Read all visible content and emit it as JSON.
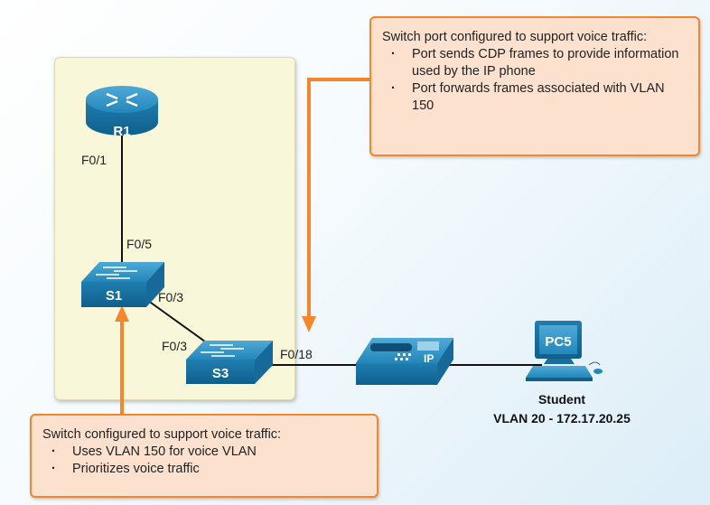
{
  "devices": {
    "router": "R1",
    "switch1": "S1",
    "switch3": "S3",
    "phone": "IP",
    "pc": "PC5"
  },
  "ports": {
    "r1_f01": "F0/1",
    "s1_f05": "F0/5",
    "s1_f03": "F0/3",
    "s3_f03": "F0/3",
    "s3_f018": "F0/18"
  },
  "student": {
    "name": "Student",
    "vlan_ip": "VLAN 20 - 172.17.20.25"
  },
  "callout_top": {
    "title": "Switch port configured to support voice traffic:",
    "bullets": [
      "Port sends CDP frames to provide information used by the IP phone",
      "Port forwards frames associated with VLAN 150"
    ]
  },
  "callout_bottom": {
    "title": "Switch configured to support voice traffic:",
    "bullets": [
      "Uses VLAN 150 for voice VLAN",
      "Prioritizes voice traffic"
    ]
  },
  "colors": {
    "accent_orange": "#f5862b",
    "callout_fill": "#fde1cf",
    "device_blue": "#1d7aaa",
    "zone_yellow": "#f8f7d9"
  }
}
